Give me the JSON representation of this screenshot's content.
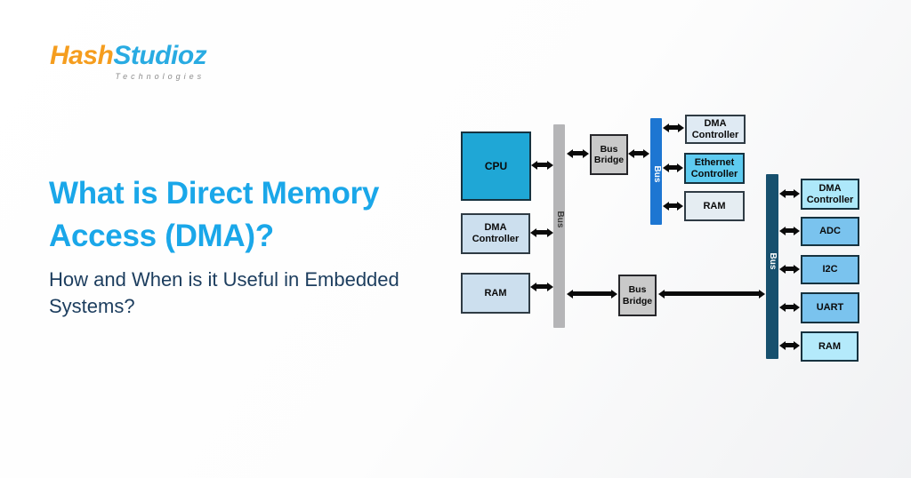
{
  "logo": {
    "name_part1": "Hash",
    "name_part2": "Studioz",
    "tagline": "Technologies",
    "orange": "#F59D1E",
    "blue": "#29ABE2"
  },
  "headline": {
    "title_line1": "What is Direct Memory",
    "title_line2": "Access (DMA)?",
    "subtitle_line1": "How and When is it Useful in Embedded",
    "subtitle_line2": "Systems?",
    "title_color": "#1AA7E9",
    "subtitle_color": "#1C3D5E"
  },
  "diagram": {
    "blocks": {
      "cpu": "CPU",
      "dma_controller_left": "DMA Controller",
      "ram_left": "RAM",
      "bus_bridge_top": "Bus Bridge",
      "dma_controller_top": "DMA Controller",
      "ethernet_controller": "Ethernet Controller",
      "ram_top": "RAM",
      "bus_bridge_bottom": "Bus Bridge",
      "dma_controller_right": "DMA Controller",
      "adc": "ADC",
      "i2c": "I2C",
      "uart": "UART",
      "ram_right": "RAM"
    },
    "buses": {
      "system_bus_label": "Bus",
      "peripheral_bus_label": "Bus",
      "io_bus_label": "Bus"
    },
    "colors": {
      "cpu_fill": "#1FA7D6",
      "memory_fill": "#CCDFEE",
      "pale_fill": "#E5EDF2",
      "ethernet_fill": "#5ECBF0",
      "peripheral_fill": "#7AC3EE",
      "dma_right_fill": "#ADE8FA",
      "ram_right_fill": "#B4EAFB",
      "gray_bus": "#B5B5B7",
      "blue_bus": "#1D76D2",
      "navy_bus": "#17506E",
      "bridge_fill": "#C9C9C9",
      "arrow": "#0A0A0A"
    }
  }
}
